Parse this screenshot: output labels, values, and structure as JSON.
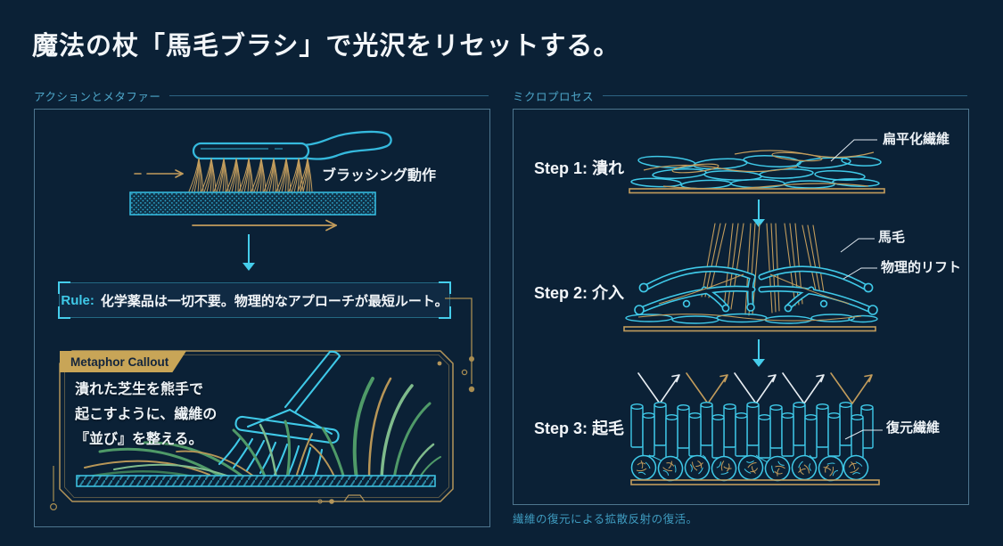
{
  "page": {
    "title": "魔法の杖「馬毛ブラシ」で光沢をリセットする。",
    "colors": {
      "background": "#0b2136",
      "cyan": "#45cdeb",
      "gold": "#c29c5c",
      "text": "#f3f6f9"
    }
  },
  "left": {
    "section_label": "アクションとメタファー",
    "brush_label": "ブラッシング動作",
    "rule": {
      "prefix": "Rule:",
      "text": "化学薬品は一切不要。物理的なアプローチが最短ルート。"
    },
    "metaphor": {
      "tag": "Metaphor Callout",
      "line1": "潰れた芝生を熊手で",
      "line2": "起こすように、繊維の",
      "line3": "『並び』を整える。"
    }
  },
  "right": {
    "section_label": "ミクロプロセス",
    "steps": [
      {
        "label": "Step 1: 潰れ",
        "callouts": [
          "扁平化繊維"
        ]
      },
      {
        "label": "Step 2: 介入",
        "callouts": [
          "馬毛",
          "物理的リフト"
        ]
      },
      {
        "label": "Step 3: 起毛",
        "callouts": [
          "復元繊維"
        ]
      }
    ],
    "caption": "繊維の復元による拡散反射の復活。"
  }
}
